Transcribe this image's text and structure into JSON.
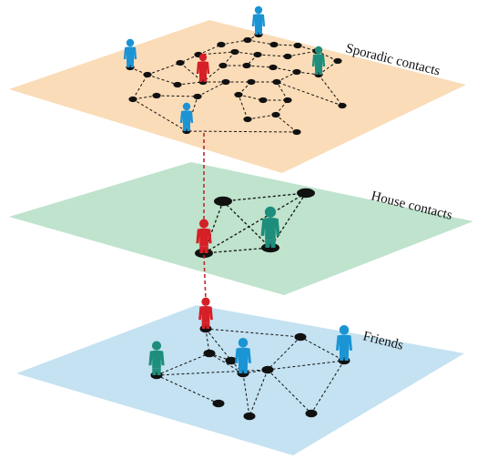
{
  "layers": [
    {
      "id": "sporadic",
      "label": "Sporadic contacts",
      "color": "#fadcb8"
    },
    {
      "id": "house",
      "label": "House contacts",
      "color": "#bfe3cd"
    },
    {
      "id": "friends",
      "label": "Friends",
      "color": "#c4e2f1"
    }
  ],
  "colors": {
    "person_blue": "#1b94d4",
    "person_teal": "#1e8e7c",
    "person_red": "#d61f26",
    "node": "#111111",
    "edge": "#111111",
    "inter_layer_link": "#c0282d"
  },
  "icons": [
    "person-icon",
    "node-dot"
  ]
}
